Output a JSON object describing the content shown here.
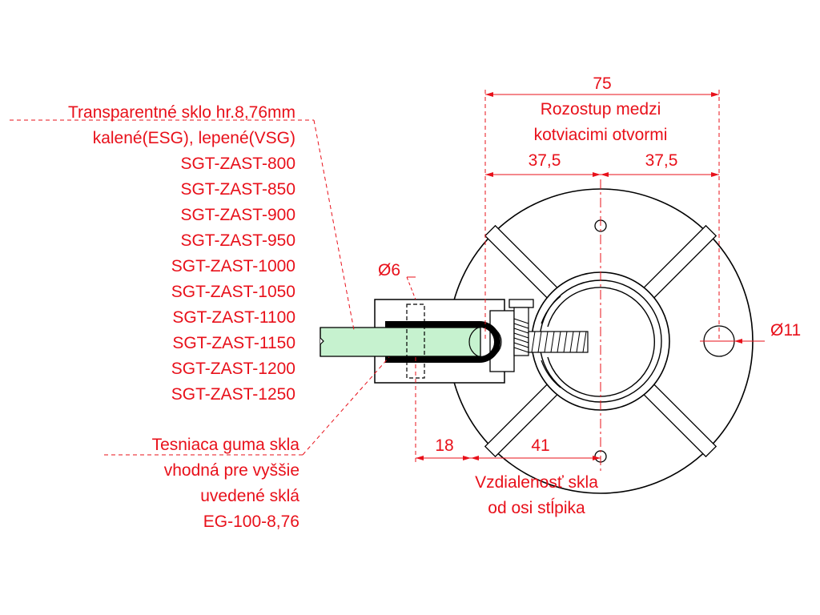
{
  "colors": {
    "annotation": "#e8101a",
    "outline": "#000000",
    "glass": "#c6f2cf",
    "gasket": "#000000",
    "dimension_line": "#e8101a"
  },
  "glass_labels": {
    "line1": "Transparentné sklo hr.8,76mm",
    "line2": "kalené(ESG), lepené(VSG)",
    "models": [
      "SGT-ZAST-800",
      "SGT-ZAST-850",
      "SGT-ZAST-900",
      "SGT-ZAST-950",
      "SGT-ZAST-1000",
      "SGT-ZAST-1050",
      "SGT-ZAST-1100",
      "SGT-ZAST-1150",
      "SGT-ZAST-1200",
      "SGT-ZAST-1250"
    ]
  },
  "gasket_labels": {
    "line1": "Tesniaca guma skla",
    "line2": "vhodná pre vyššie",
    "line3": "uvedené sklá",
    "line4": "EG-100-8,76"
  },
  "dimensions": {
    "overall": "75",
    "pitch_line1": "Rozostup medzi",
    "pitch_line2": "kotviacimi otvormi",
    "half_left": "37,5",
    "half_right": "37,5",
    "pin_diameter": "Ø6",
    "hole_diameter": "Ø11",
    "glass_offset_a": "18",
    "glass_offset_b": "41",
    "distance_line1": "Vzdialenosť skla",
    "distance_line2": "od osi stĺpika"
  }
}
